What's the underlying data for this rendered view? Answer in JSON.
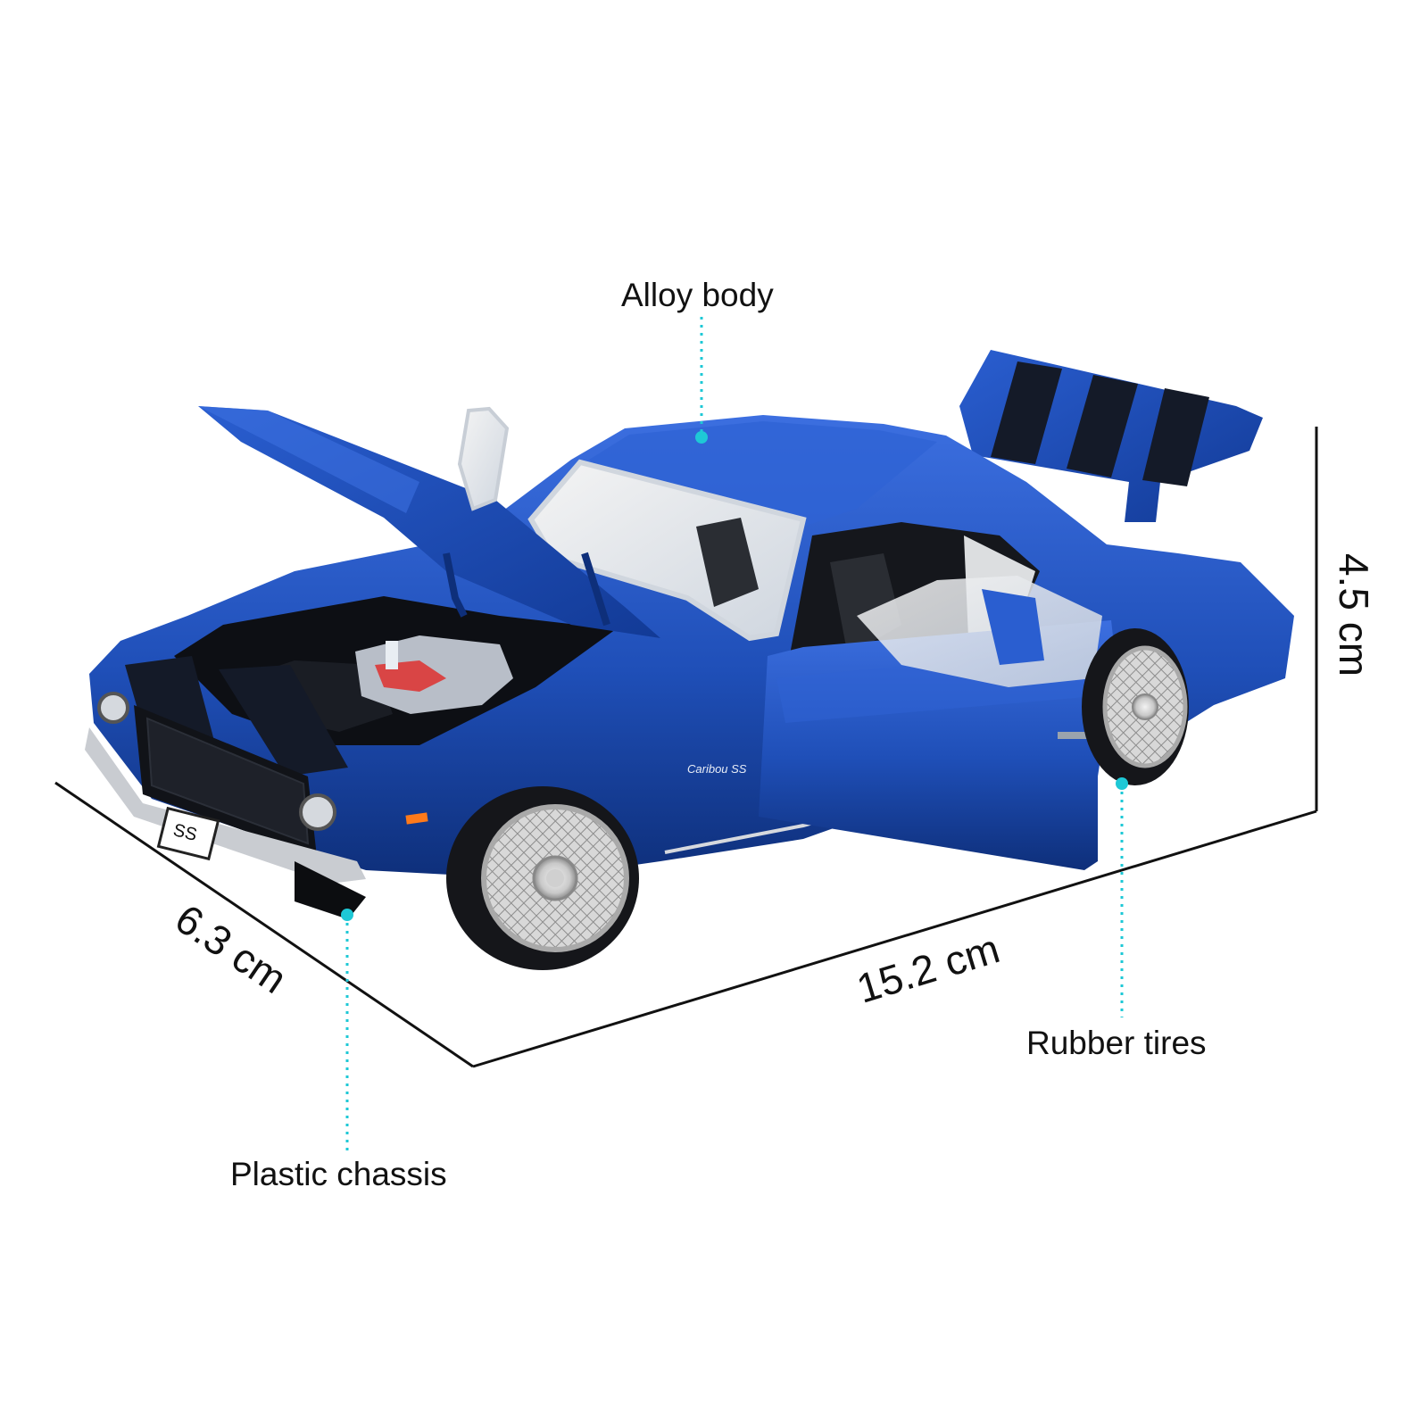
{
  "callouts": {
    "alloy_body": "Alloy body",
    "rubber_tires": "Rubber tires",
    "plastic_chassis": "Plastic chassis"
  },
  "dimensions": {
    "length": "15.2 cm",
    "width": "6.3 cm",
    "height": "4.5 cm"
  },
  "license_plate": "SS",
  "badge_text": "Caribou SS",
  "colors": {
    "body": "#1f4fb8",
    "body_dark": "#0e2f7a",
    "stripe": "#141a28",
    "callout_dot": "#1ec8d6",
    "dimension_line": "#111111"
  }
}
